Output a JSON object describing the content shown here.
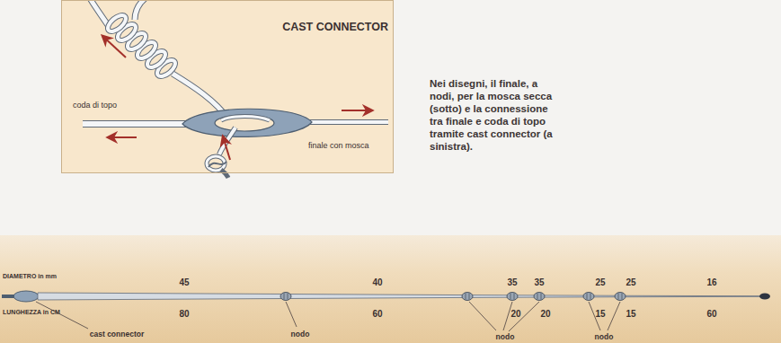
{
  "diagram": {
    "caption": "Nei disegni, il finale, a nodi, per la mosca secca (sotto) e la connessione tra finale e coda di topo tramite cast connector (a sinistra).",
    "nodes": [
      {
        "text": [
          "CAST CONNECTOR",
          "coda di topo",
          "finale con mosca"
        ]
      }
    ],
    "labels": [
      "DIAMETRO in mm",
      "LUNGHEZZA in CM",
      "45",
      "80",
      "40",
      "60",
      "35",
      "20",
      "35",
      "20",
      "25",
      "15",
      "25",
      "15",
      "16",
      "60",
      "cast connector",
      "nodo",
      "nodo",
      "nodo"
    ]
  }
}
